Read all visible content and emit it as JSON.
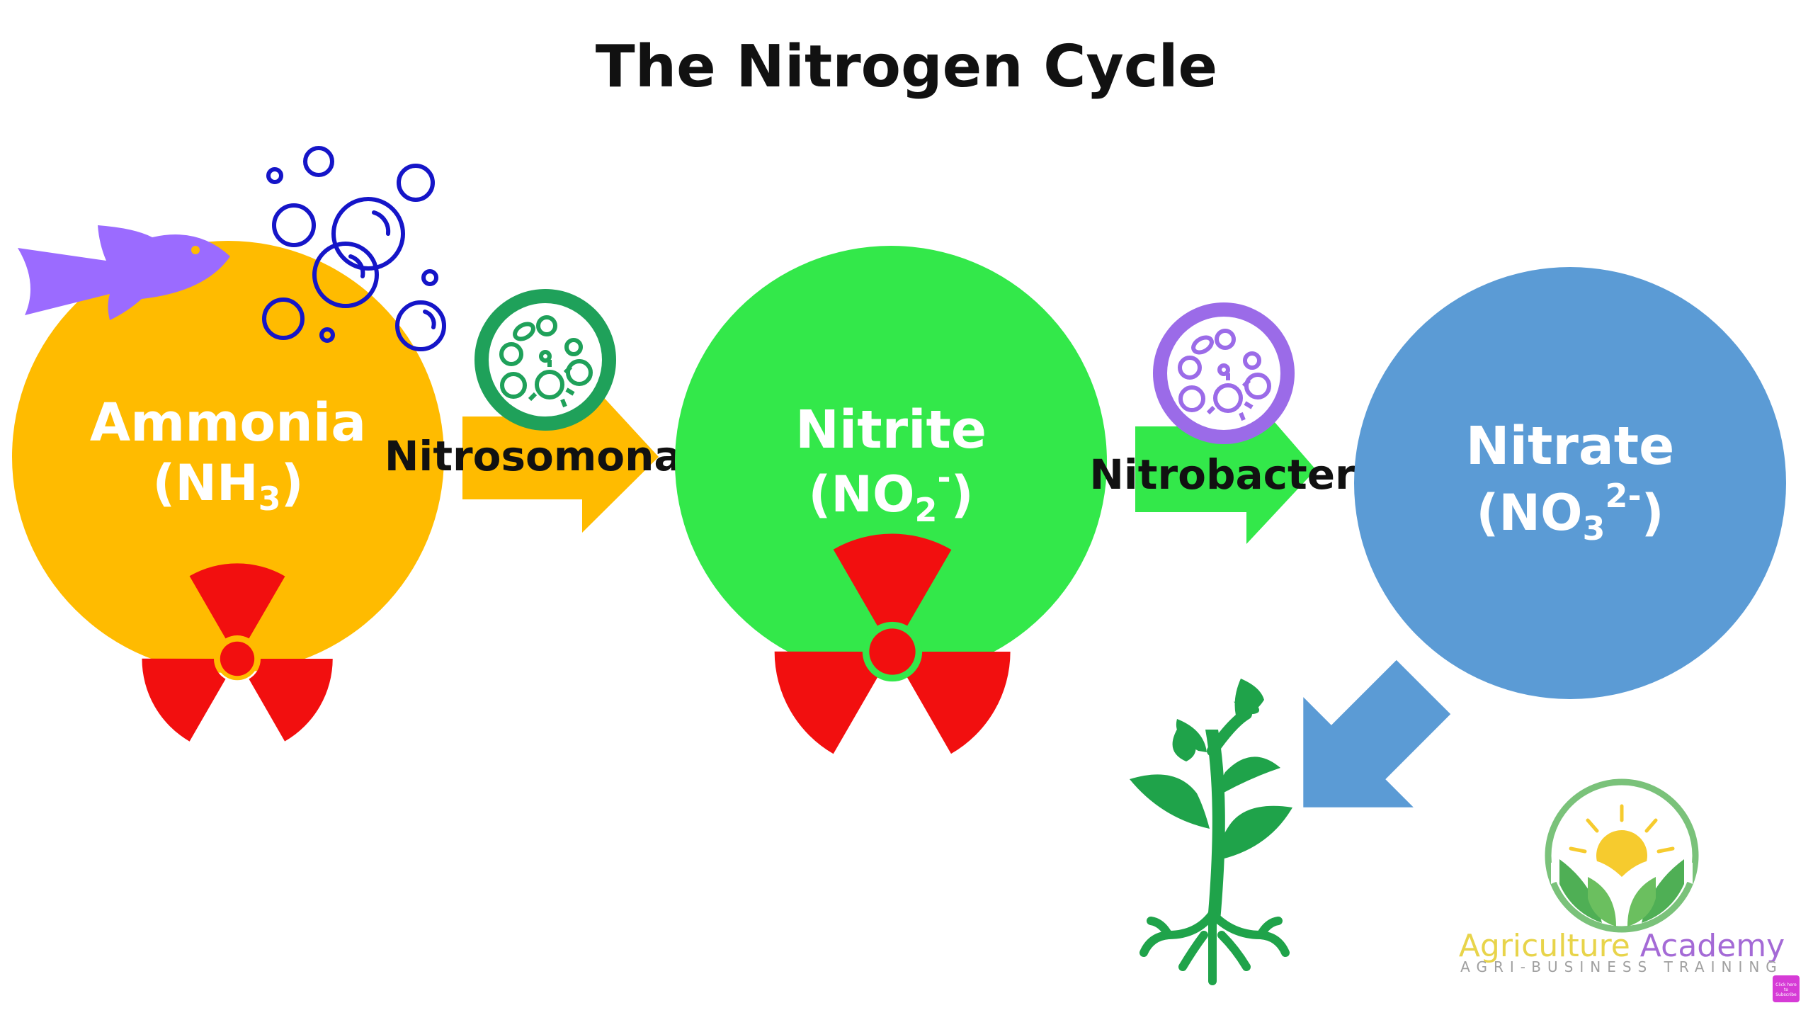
{
  "title": "The Nitrogen Cycle",
  "nodes": {
    "ammonia": {
      "name": "Ammonia",
      "formula_main": "(NH",
      "formula_sub": "3",
      "formula_end": ")",
      "color": "#FFBB00"
    },
    "nitrite": {
      "name": "Nitrite",
      "formula_main": "(NO",
      "formula_sub": "2",
      "formula_sup": "-",
      "formula_end": ")",
      "color": "#33E84A"
    },
    "nitrate": {
      "name": "Nitrate",
      "formula_main": "(NO",
      "formula_sub": "3",
      "formula_sup": "2-",
      "formula_end": ")",
      "color": "#5B9BD5"
    }
  },
  "bacteria": {
    "nitrosomonas": {
      "label": "Nitrosomonas",
      "arrow_color": "#FFBB00",
      "icon_color": "#1FA15A"
    },
    "nitrobacter": {
      "label": "Nitrobacter",
      "arrow_color": "#33E84A",
      "icon_color": "#9B6BE8"
    }
  },
  "colors": {
    "hazard": "#F20F0F",
    "fish": "#9B6BFF",
    "bubbles": "#1515C8",
    "plant": "#1FA34A",
    "uptake_arrow": "#5B9BD5"
  },
  "icons": [
    "fish-icon",
    "bubbles-icon",
    "bacteria-icon",
    "radiation-icon",
    "plant-icon",
    "sun-field-logo-icon"
  ],
  "logo": {
    "word1": "Agriculture",
    "word2": "Academy",
    "tagline": "AGRI-BUSINESS TRAINING",
    "color1": "#E8D44A",
    "color2": "#A46AD6"
  },
  "subscribe": {
    "line1": "Click here",
    "line2": "to",
    "line3": "Subscribe"
  }
}
